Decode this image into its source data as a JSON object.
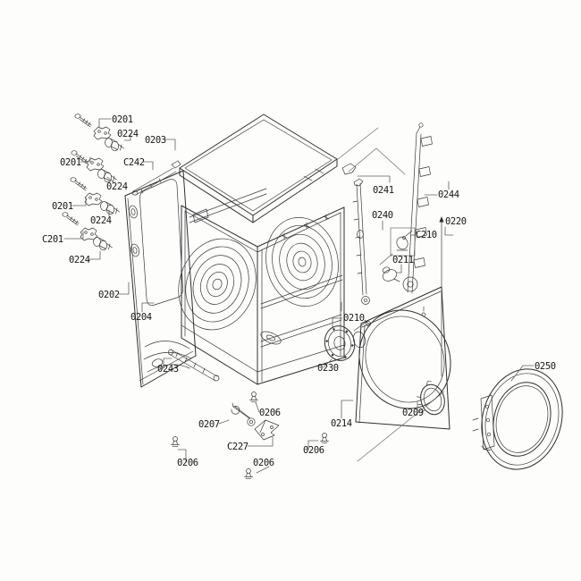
{
  "diagram": {
    "kind": "exploded-parts-line-drawing",
    "colors": {
      "background": "#fdfdfc",
      "line": "#2e2e2e",
      "leader": "#5f5f5f",
      "label_text": "#161616"
    },
    "labels": [
      "0201",
      "0224",
      "0203",
      "0201",
      "C242",
      "0224",
      "0201",
      "0224",
      "C201",
      "0224",
      "0202",
      "0204",
      "0241",
      "0240",
      "0244",
      "0220",
      "C210",
      "0211",
      "0210",
      "0230",
      "0243",
      "0206",
      "0207",
      "C227",
      "0206",
      "0206",
      "0206",
      "0214",
      "0209",
      "0250"
    ]
  }
}
